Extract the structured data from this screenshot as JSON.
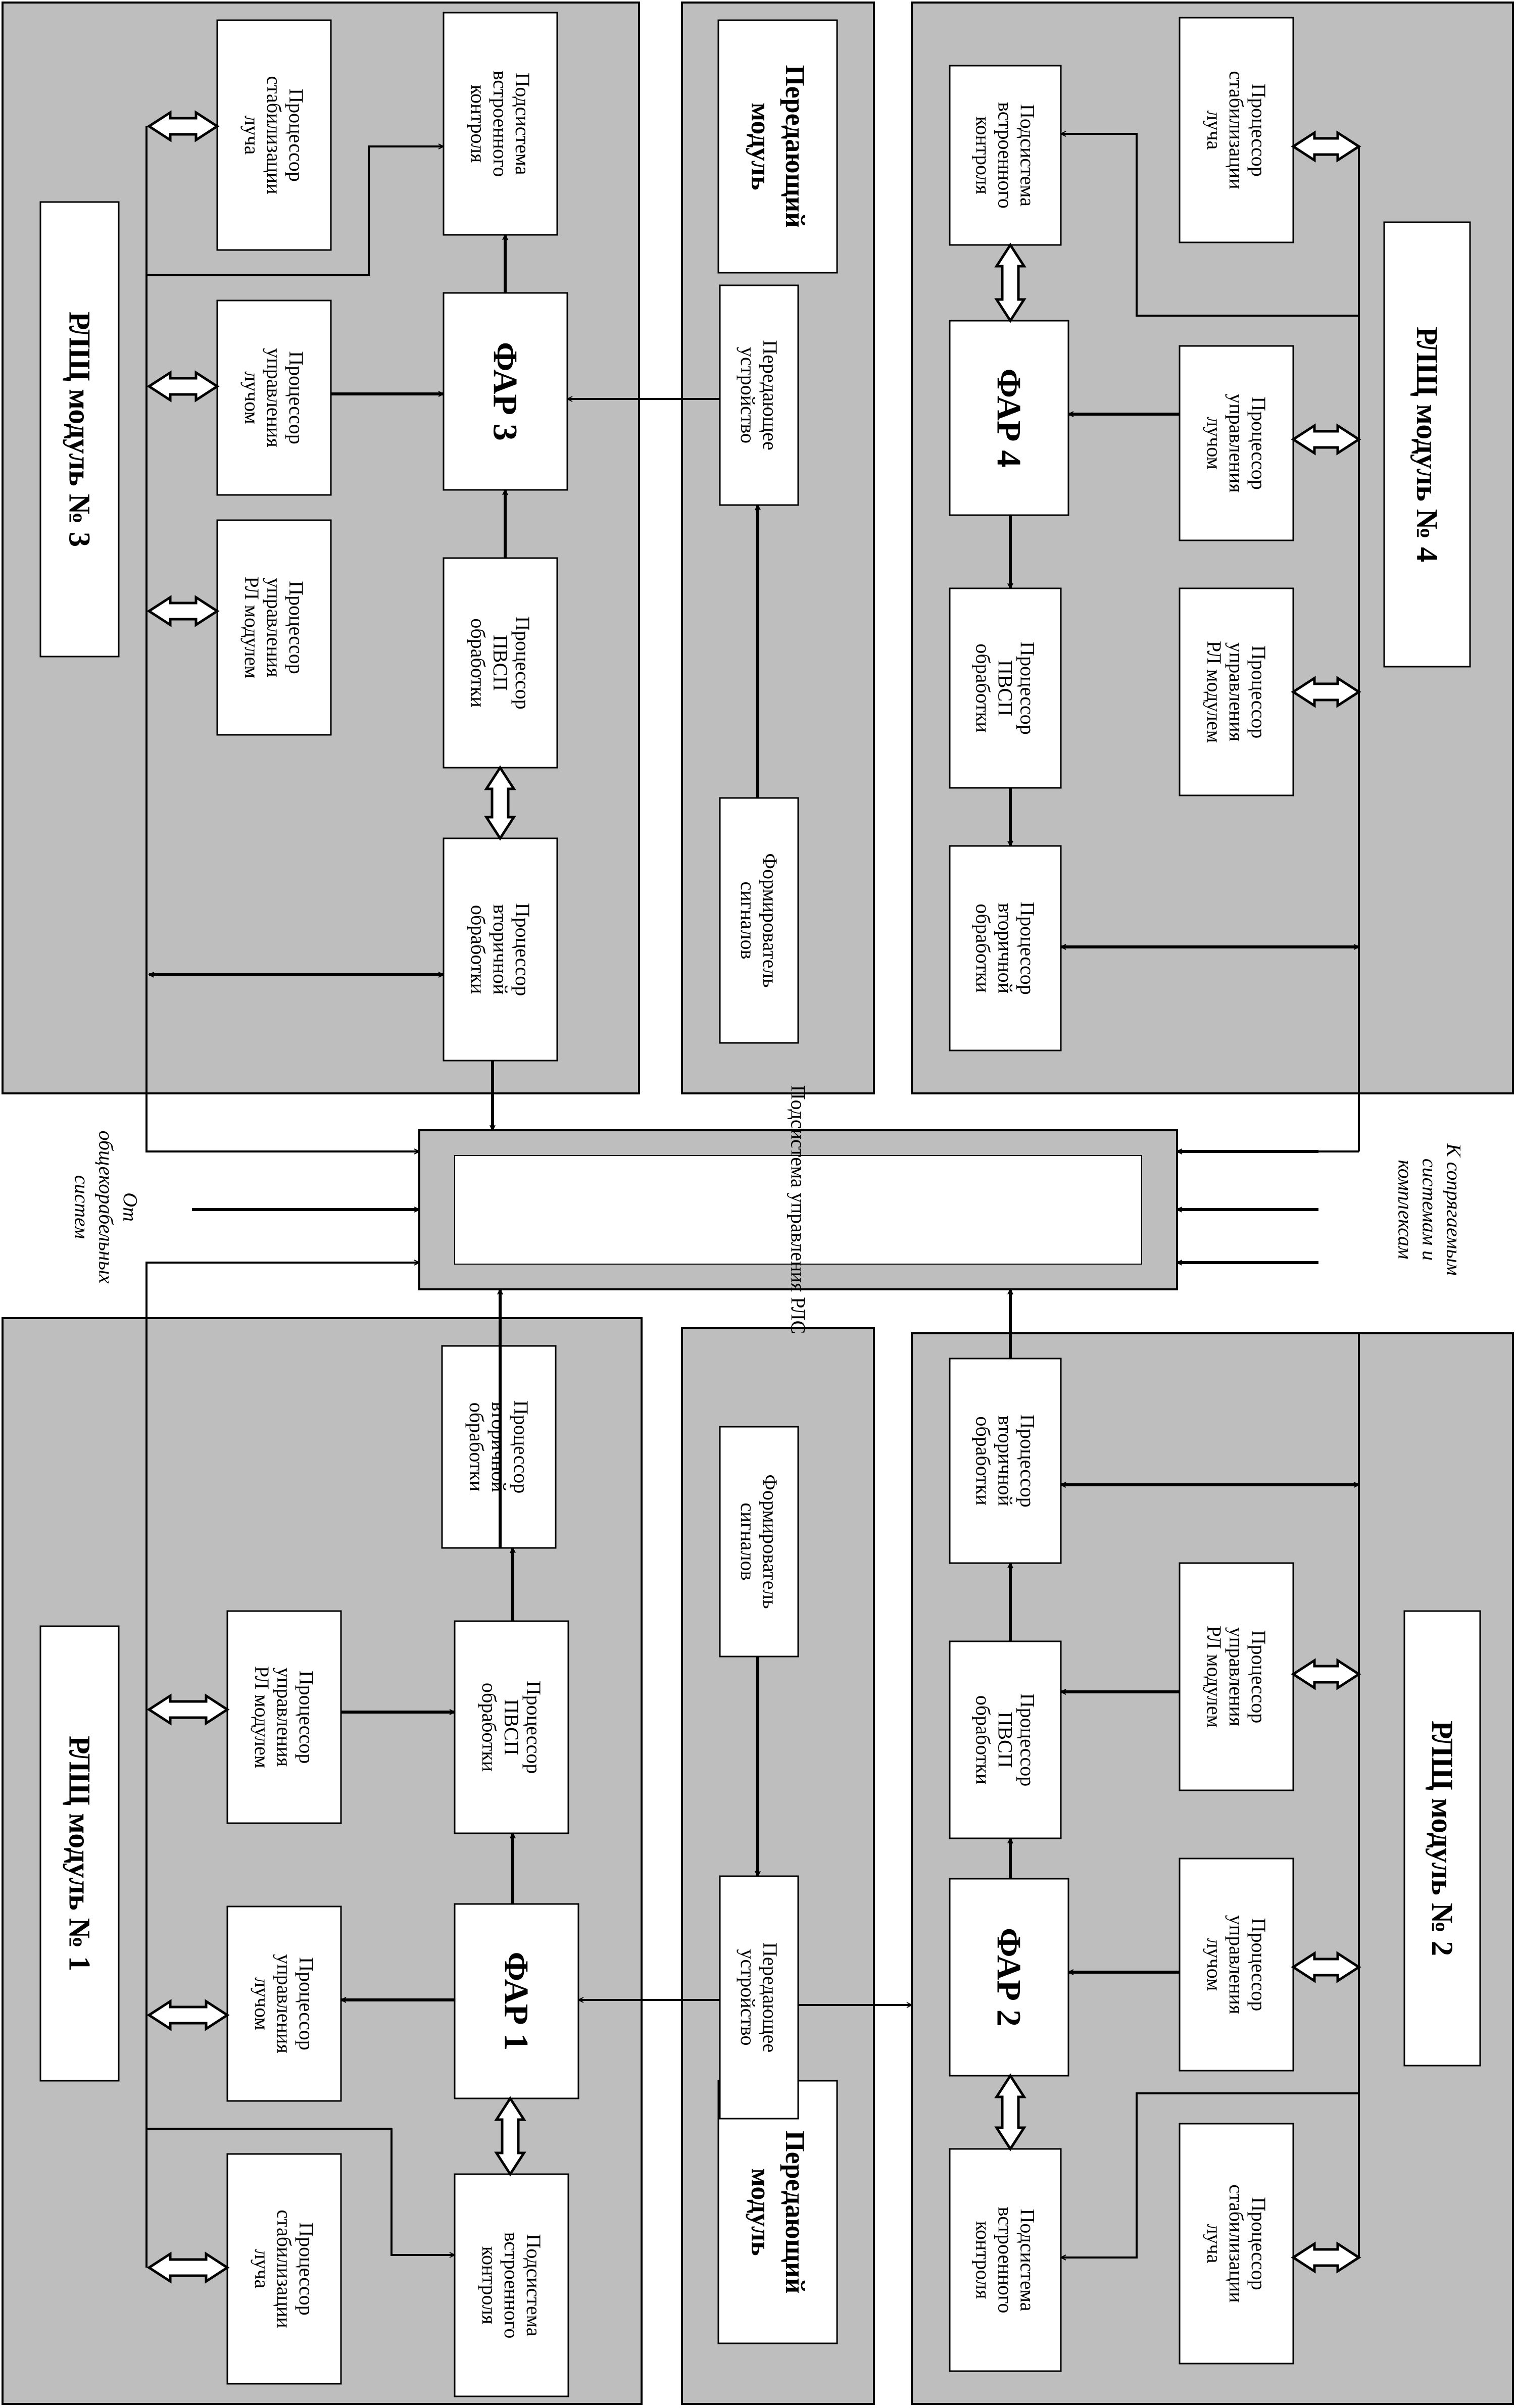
{
  "colors": {
    "panel": "#bebebe",
    "block": "#ffffff",
    "line": "#000000"
  },
  "rotation": "page content is rotated 90 degrees clockwise",
  "center": {
    "label": "Подсистема управления РЛС"
  },
  "external": {
    "from": [
      "От",
      "общекорабельных",
      "систем"
    ],
    "to": [
      "К сопрягаемым",
      "системам и",
      "комплексам"
    ]
  },
  "modules": {
    "m3": {
      "title": "РЛЩ модуль № 3",
      "far": "ФАР 3",
      "blocks": {
        "stab": [
          "Процессор",
          "стабилизации",
          "луча"
        ],
        "bitc": [
          "Подсистема",
          "встроенного",
          "контроля"
        ],
        "beam": [
          "Процессор",
          "управления",
          "лучом"
        ],
        "rlm": [
          "Процессор",
          "управления",
          "РЛ модулем"
        ],
        "pvsp": [
          "Процессор",
          "ПВСП",
          "обработки"
        ],
        "sec": [
          "Процессор",
          "вторичной",
          "обработки"
        ]
      }
    },
    "m4": {
      "title": "РЛЩ модуль № 4",
      "far": "ФАР 4",
      "blocks": {
        "stab": [
          "Процессор",
          "стабилизации",
          "луча"
        ],
        "bitc": [
          "Подсистема",
          "встроенного",
          "контроля"
        ],
        "beam": [
          "Процессор",
          "управления",
          "лучом"
        ],
        "rlm": [
          "Процессор",
          "управления",
          "РЛ модулем"
        ],
        "pvsp": [
          "Процессор",
          "ПВСП",
          "обработки"
        ],
        "sec": [
          "Процессор",
          "вторичной",
          "обработки"
        ]
      }
    },
    "m1": {
      "title": "РЛЩ модуль № 1",
      "far": "ФАР 1",
      "blocks": {
        "stab": [
          "Процессор",
          "стабилизации",
          "луча"
        ],
        "bitc": [
          "Подсистема",
          "встроенного",
          "контроля"
        ],
        "beam": [
          "Процессор",
          "управления",
          "лучом"
        ],
        "rlm": [
          "Процессор",
          "управления",
          "РЛ модулем"
        ],
        "pvsp": [
          "Процессор",
          "ПВСП",
          "обработки"
        ],
        "sec": [
          "Процессор",
          "вторичной",
          "обработки"
        ]
      }
    },
    "m2": {
      "title": "РЛЩ модуль № 2",
      "far": "ФАР 2",
      "blocks": {
        "stab": [
          "Процессор",
          "стабилизации",
          "луча"
        ],
        "bitc": [
          "Подсистема",
          "встроенного",
          "контроля"
        ],
        "beam": [
          "Процессор",
          "управления",
          "лучом"
        ],
        "rlm": [
          "Процессор",
          "управления",
          "РЛ модулем"
        ],
        "pvsp": [
          "Процессор",
          "ПВСП",
          "обработки"
        ],
        "sec": [
          "Процессор",
          "вторичной",
          "обработки"
        ]
      }
    }
  },
  "tx_top": {
    "title": [
      "Передающий",
      "модуль"
    ],
    "transmitter": [
      "Передающее",
      "устройство"
    ],
    "former": [
      "Формирователь",
      "сигналов"
    ]
  },
  "tx_bottom": {
    "title": [
      "Передающий",
      "модуль"
    ],
    "transmitter": [
      "Передающее",
      "устройство"
    ],
    "former": [
      "Формирователь",
      "сигналов"
    ]
  }
}
